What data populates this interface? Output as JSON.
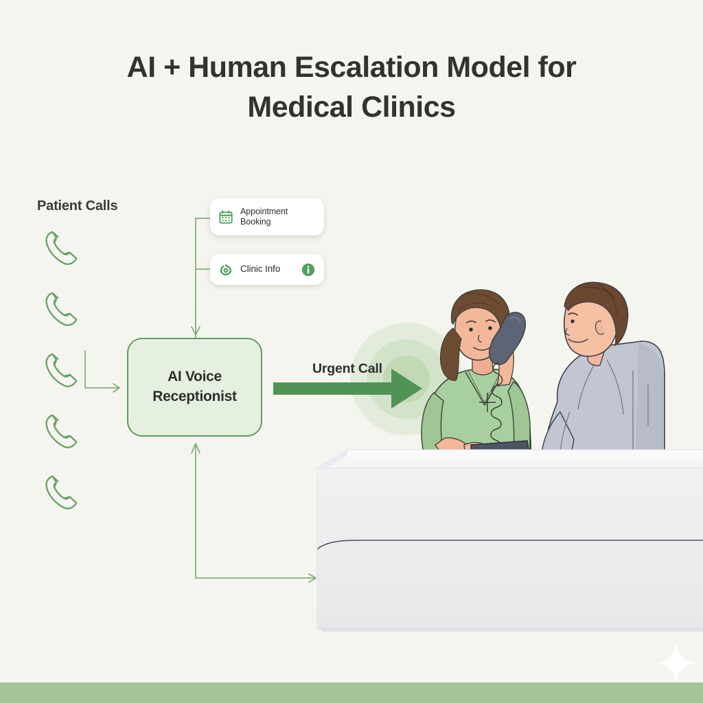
{
  "page": {
    "background_color": "#f5f5ef",
    "accent_green": "#5f9c5f",
    "arrow_green": "#4f9455",
    "bottom_bar_color": "#a6c59b"
  },
  "title": {
    "text": "AI + Human Escalation Model for\nMedical Clinics",
    "color": "#32322f"
  },
  "diagram": {
    "source_label": "Patient Calls",
    "phone_icons": [
      {
        "name": "phone-call-icon-1"
      },
      {
        "name": "phone-call-icon-2"
      },
      {
        "name": "phone-call-icon-3"
      },
      {
        "name": "phone-call-icon-4"
      },
      {
        "name": "phone-call-icon-5"
      }
    ],
    "cards": [
      {
        "id": "appointment-booking",
        "label": "Appointment\nBooking",
        "icon": "calendar-icon",
        "badge": null
      },
      {
        "id": "clinic-info",
        "label": "Clinic Info",
        "icon": "clinic-shape-icon",
        "badge": "info-icon"
      }
    ],
    "node": {
      "id": "ai-voice-receptionist",
      "label": "AI Voice\nReceptionist",
      "fill_color": "#e6f0e1",
      "border_color": "#5f9c5f"
    },
    "escalation": {
      "label": "Urgent Call",
      "arrow_color": "#4f9455"
    }
  },
  "illustration": {
    "name": "clinic-reception-scene",
    "receptionist": {
      "name": "nurse-on-phone",
      "scrubs_color": "#a8cf9f",
      "hair_color": "#6d4c33",
      "skin_color": "#f3b89a",
      "handset_color": "#5c6475"
    },
    "patient": {
      "name": "male-patient",
      "shirt_color": "#c2c6d2",
      "hair_color": "#6b4630",
      "skin_color": "#f6c0a4"
    },
    "desk": {
      "name": "reception-desk",
      "color": "#eceef0"
    },
    "tablet": {
      "name": "desk-tablet",
      "color": "#4d5563"
    },
    "sparkle": {
      "name": "sparkle-decoration",
      "color": "#ffffff"
    }
  }
}
